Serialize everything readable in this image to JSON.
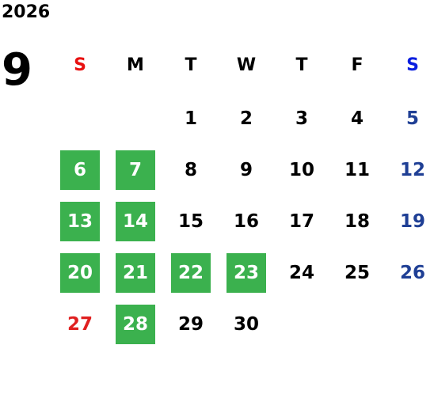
{
  "calendar": {
    "year": "2026",
    "month": "9",
    "weekdays": [
      "S",
      "M",
      "T",
      "W",
      "T",
      "F",
      "S"
    ],
    "weeks": [
      [
        "",
        "",
        "1",
        "2",
        "3",
        "4",
        "5"
      ],
      [
        "6",
        "7",
        "8",
        "9",
        "10",
        "11",
        "12"
      ],
      [
        "13",
        "14",
        "15",
        "16",
        "17",
        "18",
        "19"
      ],
      [
        "20",
        "21",
        "22",
        "23",
        "24",
        "25",
        "26"
      ],
      [
        "27",
        "28",
        "29",
        "30",
        "",
        "",
        ""
      ]
    ],
    "highlighted_days": [
      "6",
      "7",
      "13",
      "14",
      "20",
      "21",
      "22",
      "23",
      "28"
    ],
    "colors": {
      "highlight": "#3bb14e",
      "sunday": "#e02020",
      "saturday": "#1f3f95",
      "weekday": "#000000"
    }
  }
}
